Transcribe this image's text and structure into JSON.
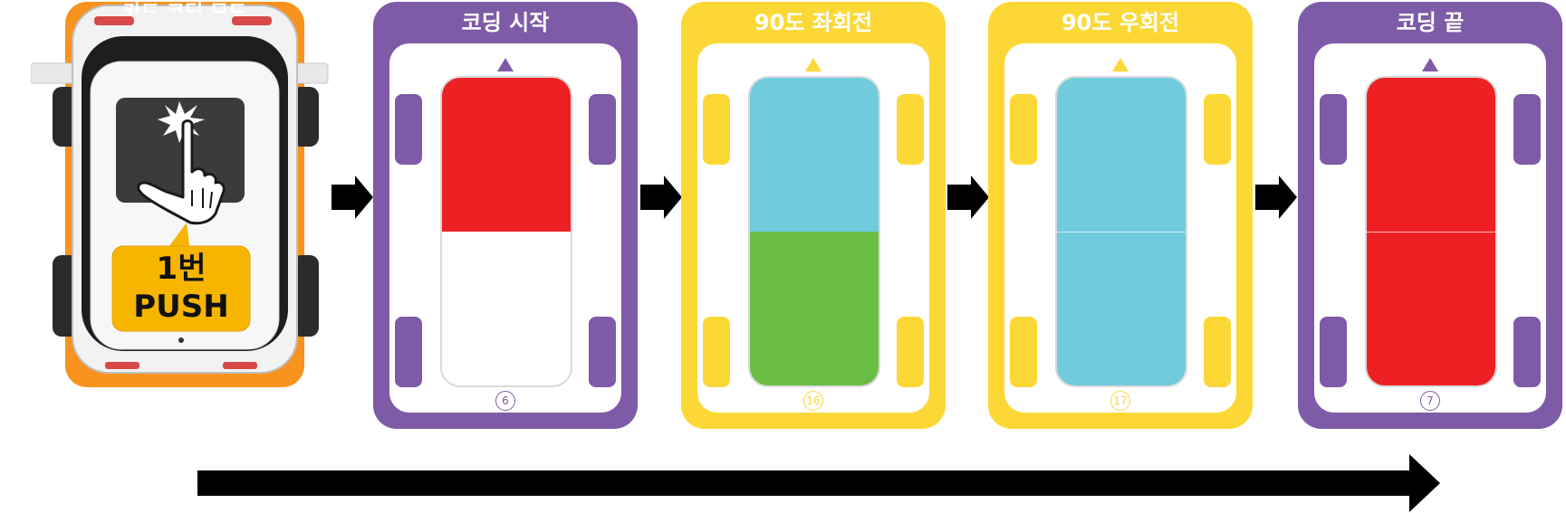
{
  "colors": {
    "purple": "#7e5ba6",
    "yellow": "#fcd837",
    "orange": "#f7931e",
    "red": "#ed2124",
    "cyan": "#70ccdc",
    "green": "#6abd44",
    "white": "#ffffff",
    "button_yellow": "#f7b500"
  },
  "car": {
    "card_title": "카드 코딩 모드",
    "push_line1": "1번",
    "push_line2": "PUSH"
  },
  "cards": [
    {
      "title": "코딩 시작",
      "number": "6",
      "frame": "purple",
      "top": "red",
      "bottom": "white"
    },
    {
      "title": "90도 좌회전",
      "number": "16",
      "frame": "yellow",
      "top": "cyan",
      "bottom": "green"
    },
    {
      "title": "90도 우회전",
      "number": "17",
      "frame": "yellow",
      "top": "cyan",
      "bottom": "cyan"
    },
    {
      "title": "코딩 끝",
      "number": "7",
      "frame": "purple",
      "top": "red",
      "bottom": "red"
    }
  ],
  "icons": {
    "step_arrow": "right-arrow-icon",
    "timeline_arrow": "long-right-arrow-icon",
    "push_hand": "pointing-hand-icon",
    "direction_marker": "up-triangle-icon"
  }
}
